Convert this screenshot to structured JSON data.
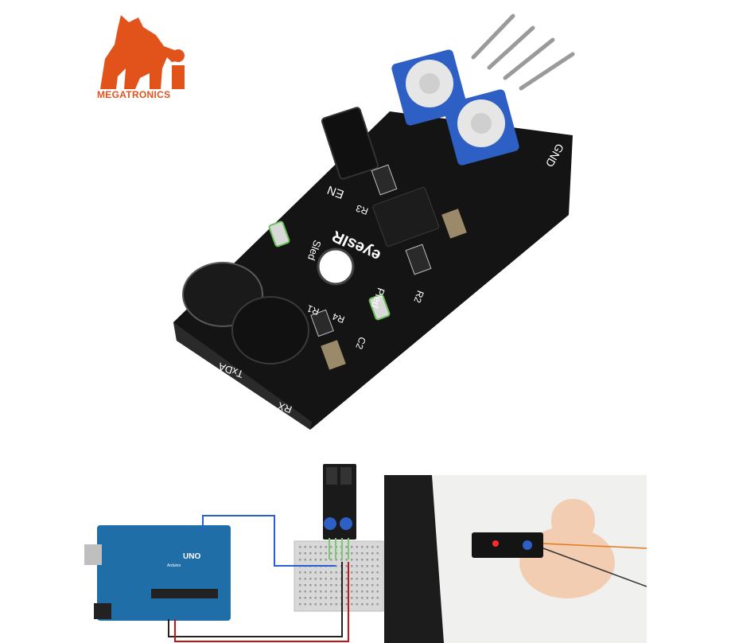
{
  "brand": {
    "name": "MEGATRONICS",
    "mark": "Mi"
  },
  "module_labels": {
    "en": "EN",
    "gnd": "GND",
    "brand": "eyesIR",
    "sled": "Sled",
    "pled": "Pled",
    "r1": "R1",
    "r2": "R2",
    "r3": "R3",
    "r4": "R4",
    "c2": "C2",
    "rx": "RX",
    "txda": "TxDA"
  },
  "wiring": {
    "board_label": "UNO",
    "board_sub": "Arduino"
  },
  "colors": {
    "brand_orange": "#e2531c",
    "pcb_black": "#141414",
    "pot_blue": "#2d5fc4",
    "arduino_blue": "#1f6ea8",
    "wire_blue": "#2a5fd0",
    "wire_red": "#c01818"
  }
}
